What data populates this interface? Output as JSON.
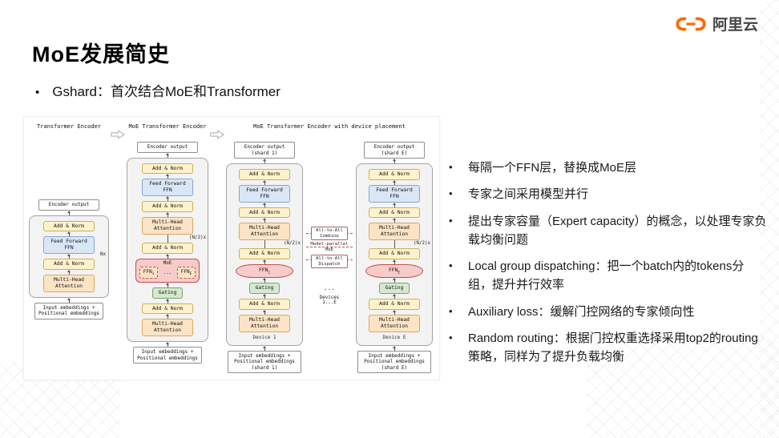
{
  "page": {
    "background": "#ffffff",
    "accent_color": "#FF6A00"
  },
  "logo": {
    "brand": "阿里云"
  },
  "header": {
    "title": "MoE发展简史",
    "bullet_char": "•",
    "subtitle": "Gshard：首次结合MoE和Transformer"
  },
  "diagram": {
    "labels": {
      "encoder_output": "Encoder output",
      "add_norm": "Add & Norm",
      "feed_forward": "Feed Forward FFN",
      "multi_head": "Multi-Head Attention",
      "gating": "Gating",
      "moe": "MoE",
      "ffn_base": "FFN",
      "sub_1": "1",
      "sub_e": "E",
      "dots": "...",
      "input_embeddings": "Input embeddings + Positional embeddings"
    },
    "left": {
      "title": "Transformer Encoder",
      "repeat": "Nx"
    },
    "middle": {
      "title": "MoE Transformer Encoder",
      "repeat": "(N/2)x"
    },
    "right": {
      "title": "MoE Transformer Encoder with device placement",
      "repeat": "(N/2)x",
      "combine": "All-to-All Combine",
      "model_parallel": "Model-parallel MoE",
      "dispatch": "All-to-All Dispatch",
      "dots": "...",
      "devices": "Devices 1...E",
      "shard1": {
        "output": "Encoder output (shard 1)",
        "device": "Device 1",
        "input": "Input embeddings + Positional embeddings (shard 1)"
      },
      "shardE": {
        "output": "Encoder output (shard E)",
        "device": "Device E",
        "input": "Input embeddings + Positional embeddings (shard E)"
      }
    }
  },
  "notes": {
    "bullet_char": "•",
    "items": [
      "每隔一个FFN层，替换成MoE层",
      "专家之间采用模型并行",
      "提出专家容量（Expert capacity）的概念，以处理专家负载均衡问题",
      "Local group dispatching：把一个batch内的tokens分组，提升并行效率",
      "Auxiliary loss：缓解门控网络的专家倾向性",
      "Random routing：根据门控权重选择采用top2的routing策略，同样为了提升负载均衡"
    ]
  }
}
